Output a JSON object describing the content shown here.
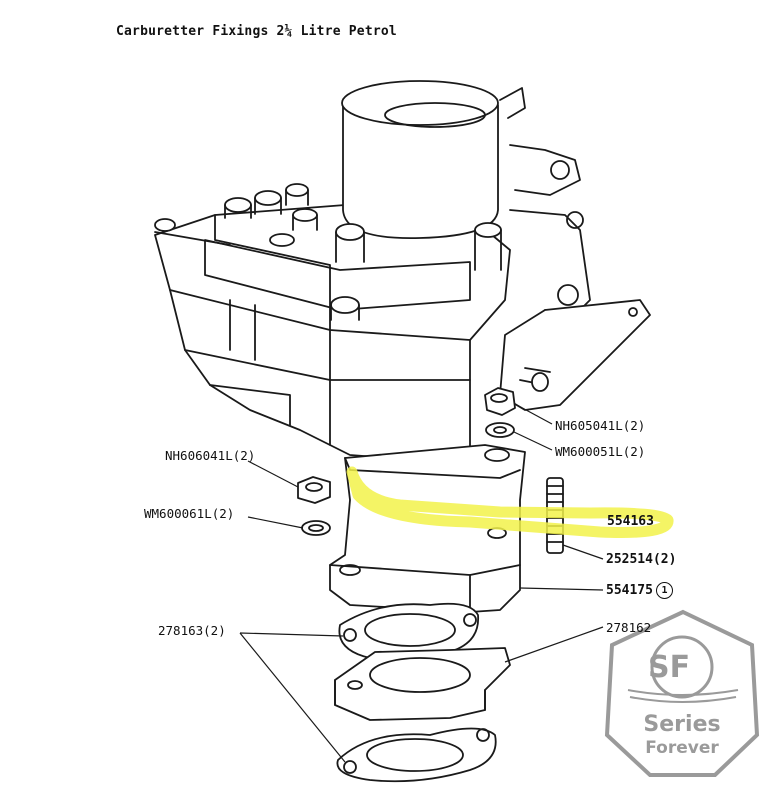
{
  "title": "Carburetter Fixings 2¼ Litre Petrol",
  "labels": {
    "nut_top": "NH605041L(2)",
    "washer_top": "WM600051L(2)",
    "nut_left": "NH606041L(2)",
    "washer_left": "WM600061L(2)",
    "gasket_highlight": "554163",
    "stud": "252514(2)",
    "adaptor": "554175",
    "adaptor_circle": "1",
    "gasket_left": "278163(2)",
    "gasket_right": "278162"
  },
  "highlight_color": "#f2f24a",
  "logo": {
    "mark": "SF",
    "line1": "Series",
    "line2": "Forever"
  }
}
